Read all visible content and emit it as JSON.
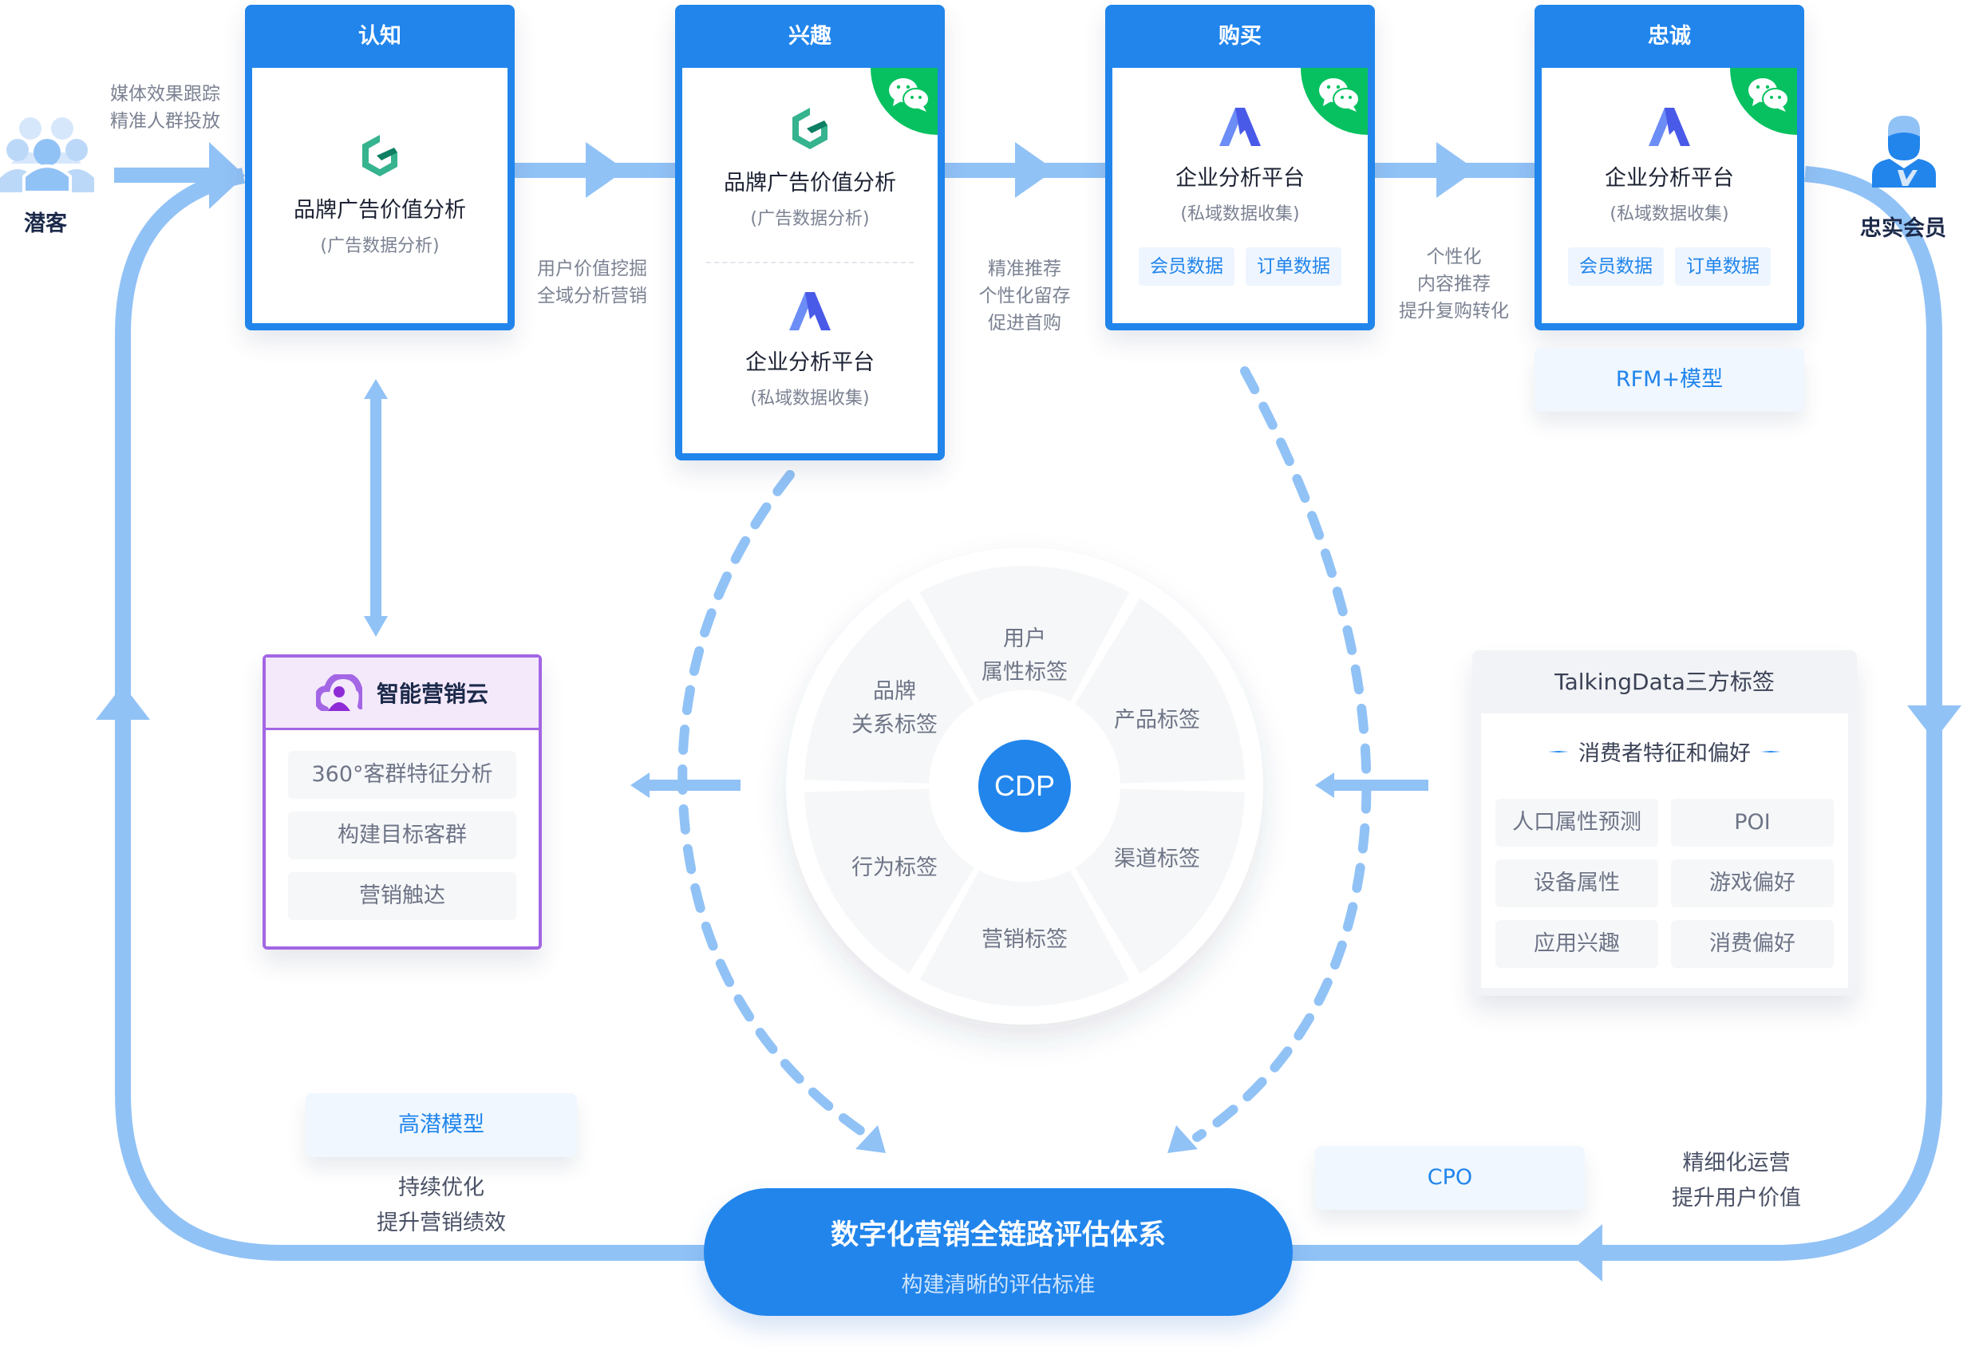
{
  "actors": {
    "prospect": {
      "label": "潜客",
      "icon": "crowd-icon"
    },
    "loyal_member": {
      "label": "忠实会员",
      "icon": "vip-member-icon"
    }
  },
  "flow_texts": {
    "before_awareness": [
      "媒体效果跟踪",
      "精准人群投放"
    ],
    "awareness_to_interest": [
      "用户价值挖掘",
      "全域分析营销"
    ],
    "interest_to_purchase": [
      "精准推荐",
      "个性化留存",
      "促进首购"
    ],
    "purchase_to_loyalty": [
      "个性化",
      "内容推荐",
      "提升复购转化"
    ]
  },
  "stages": [
    {
      "title": "认知",
      "wechat": false,
      "products": [
        {
          "logo": "g-hexagon-logo",
          "name": "品牌广告价值分析",
          "sub": "(广告数据分析)",
          "tags": []
        }
      ]
    },
    {
      "title": "兴趣",
      "wechat": true,
      "products": [
        {
          "logo": "g-hexagon-logo",
          "name": "品牌广告价值分析",
          "sub": "(广告数据分析)",
          "tags": []
        },
        {
          "logo": "a-logo",
          "name": "企业分析平台",
          "sub": "(私域数据收集)",
          "tags": []
        }
      ]
    },
    {
      "title": "购买",
      "wechat": true,
      "products": [
        {
          "logo": "a-logo",
          "name": "企业分析平台",
          "sub": "(私域数据收集)",
          "tags": [
            "会员数据",
            "订单数据"
          ]
        }
      ]
    },
    {
      "title": "忠诚",
      "wechat": true,
      "products": [
        {
          "logo": "a-logo",
          "name": "企业分析平台",
          "sub": "(私域数据收集)",
          "tags": [
            "会员数据",
            "订单数据"
          ]
        }
      ]
    }
  ],
  "models": {
    "rfm": "RFM+模型",
    "high_potential": "高潜模型",
    "cpo": "CPO"
  },
  "loop_texts": {
    "left_bottom": [
      "持续优化",
      "提升营销绩效"
    ],
    "right_bottom": [
      "精细化运营",
      "提升用户价值"
    ]
  },
  "smart_cloud": {
    "title": "智能营销云",
    "icon": "cloud-user-icon",
    "items": [
      "360°客群特征分析",
      "构建目标客群",
      "营销触达"
    ]
  },
  "cdp": {
    "center": "CDP",
    "segments": [
      "用户\n属性标签",
      "产品标签",
      "渠道标签",
      "营销标签",
      "行为标签",
      "品牌\n关系标签"
    ]
  },
  "talkingdata": {
    "title": "TalkingData三方标签",
    "subtitle": "消费者特征和偏好",
    "items": [
      "人口属性预测",
      "POI",
      "设备属性",
      "游戏偏好",
      "应用兴趣",
      "消费偏好"
    ]
  },
  "evaluation": {
    "title": "数字化营销全链路评估体系",
    "subtitle": "构建清晰的评估标准"
  },
  "colors": {
    "primary": "#2185ec",
    "arrow": "#91c2f6",
    "wechat": "#07c160",
    "purple": "#a366e4",
    "text_dark": "#1c2a4a",
    "text_gray": "#7b8292"
  }
}
